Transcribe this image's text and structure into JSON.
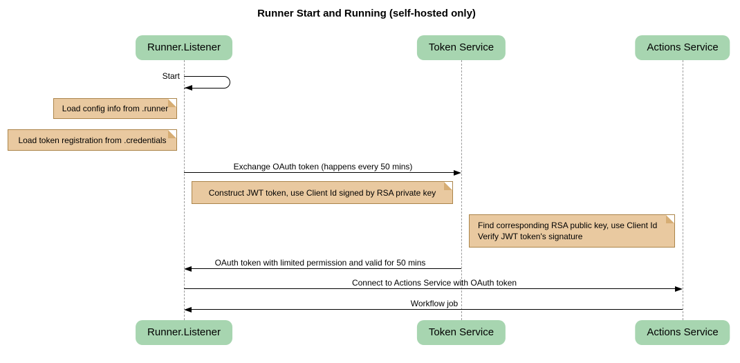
{
  "diagram": {
    "title": "Runner Start and Running (self-hosted only)",
    "type": "sequence-diagram"
  },
  "actors": [
    {
      "name": "Runner.Listener"
    },
    {
      "name": "Token Service"
    },
    {
      "name": "Actions Service"
    }
  ],
  "messages": [
    {
      "label": "Start",
      "from": "Runner.Listener",
      "to": "Runner.Listener",
      "kind": "self"
    },
    {
      "label": "Exchange OAuth token (happens every 50 mins)",
      "from": "Runner.Listener",
      "to": "Token Service",
      "kind": "solid-arrow"
    },
    {
      "label": "OAuth token with limited permission and valid for 50 mins",
      "from": "Token Service",
      "to": "Runner.Listener",
      "kind": "solid-arrow"
    },
    {
      "label": "Connect to Actions Service with OAuth token",
      "from": "Runner.Listener",
      "to": "Actions Service",
      "kind": "solid-arrow"
    },
    {
      "label": "Workflow job",
      "from": "Actions Service",
      "to": "Runner.Listener",
      "kind": "solid-arrow"
    }
  ],
  "notes": [
    {
      "text": "Load config info from .runner",
      "position": "left of Runner.Listener"
    },
    {
      "text": "Load token registration from .credentials",
      "position": "left of Runner.Listener"
    },
    {
      "text": "Construct JWT token, use Client Id signed by RSA private key",
      "position": "between Runner.Listener and Token Service"
    },
    {
      "text": "Find corresponding RSA public key, use Client Id\nVerify JWT token's signature",
      "position": "between Token Service and Actions Service"
    }
  ],
  "colors": {
    "background": "#ffffff",
    "actor_fill": "#a7d5b0",
    "note_fill": "#e9c9a0",
    "note_border": "#ab8449",
    "note_fold": "#d6ad74",
    "lifeline": "#999999",
    "arrow": "#000000",
    "text": "#000000"
  }
}
